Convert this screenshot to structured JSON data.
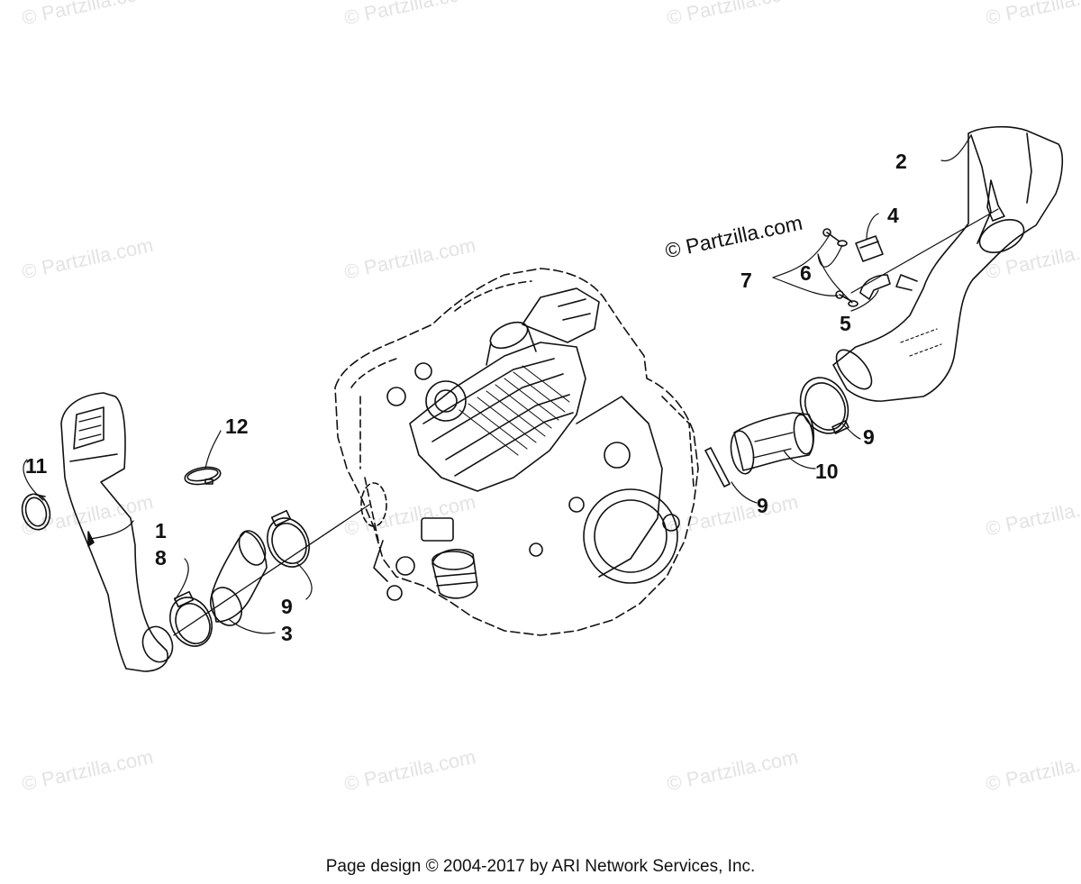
{
  "watermark": {
    "text": "© Partzilla.com",
    "inline_text": "© Partzilla.com"
  },
  "callouts": [
    {
      "id": "c1",
      "label": "1"
    },
    {
      "id": "c2",
      "label": "2"
    },
    {
      "id": "c3",
      "label": "3"
    },
    {
      "id": "c4",
      "label": "4"
    },
    {
      "id": "c5",
      "label": "5"
    },
    {
      "id": "c6",
      "label": "6"
    },
    {
      "id": "c7",
      "label": "7"
    },
    {
      "id": "c8",
      "label": "8"
    },
    {
      "id": "c9a",
      "label": "9"
    },
    {
      "id": "c9b",
      "label": "9"
    },
    {
      "id": "c9c",
      "label": "9"
    },
    {
      "id": "c10",
      "label": "10"
    },
    {
      "id": "c11",
      "label": "11"
    },
    {
      "id": "c12",
      "label": "12"
    }
  ],
  "footer": {
    "credit": "Page design © 2004-2017 by ARI Network Services, Inc."
  }
}
